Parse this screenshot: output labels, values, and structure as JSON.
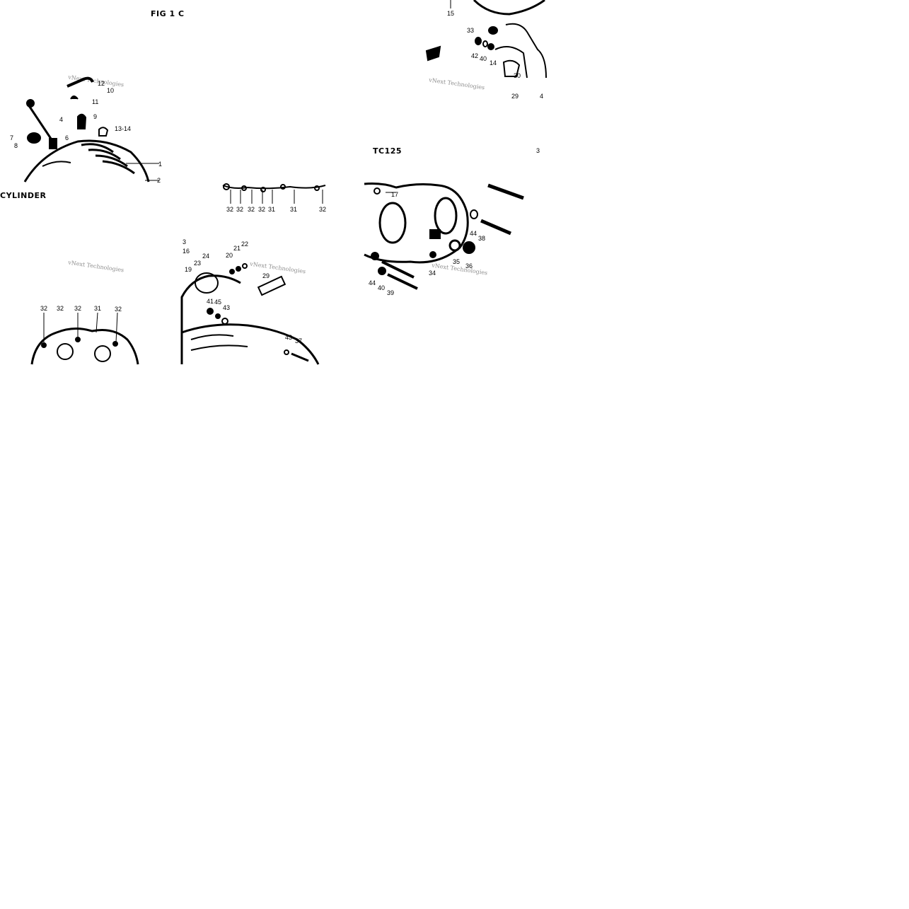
{
  "figure": {
    "title": "FIG 1  C",
    "section_label": "CYLINDER",
    "model_label": "TC125"
  },
  "watermark_text": "vNext Technologies",
  "callouts": {
    "cylinder_head": [
      "12",
      "10",
      "11",
      "9",
      "4",
      "6",
      "7",
      "8",
      "13-14",
      "1",
      "2"
    ],
    "top_right": [
      "15",
      "33",
      "42",
      "40",
      "14",
      "30",
      "29",
      "4",
      "3"
    ],
    "mid_strip": [
      "32",
      "32",
      "32",
      "32",
      "31",
      "31",
      "32"
    ],
    "crankcase_left": [
      "32",
      "32",
      "32",
      "31",
      "32"
    ],
    "crankcase_center": [
      "3",
      "16",
      "24",
      "23",
      "19",
      "20",
      "21",
      "22",
      "29",
      "41",
      "45",
      "43",
      "43",
      "37"
    ],
    "crankcase_right": [
      "17",
      "44",
      "38",
      "35",
      "36",
      "34",
      "44",
      "40",
      "39"
    ]
  },
  "colors": {
    "ink": "#000000",
    "watermark": "#7a7a7a",
    "paper": "#ffffff"
  }
}
